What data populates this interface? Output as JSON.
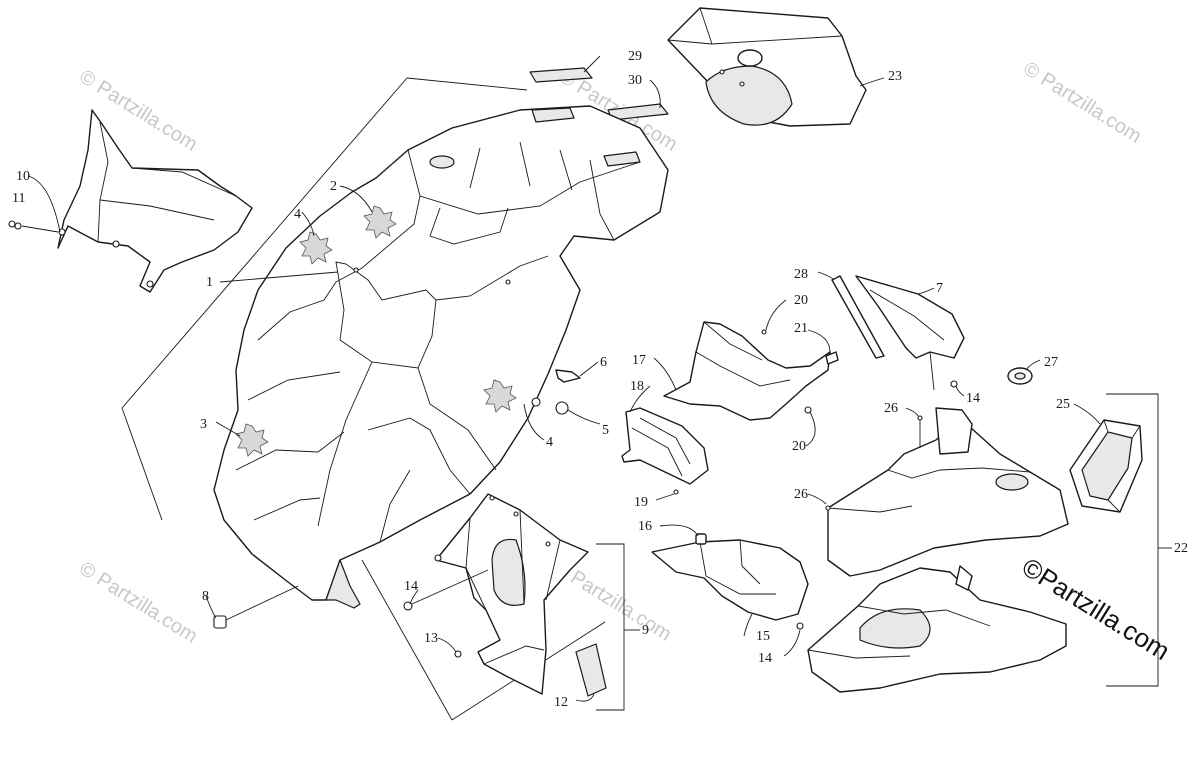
{
  "diagram": {
    "callouts": [
      {
        "id": "c1",
        "label": "1"
      },
      {
        "id": "c2",
        "label": "2"
      },
      {
        "id": "c3",
        "label": "3"
      },
      {
        "id": "c4a",
        "label": "4"
      },
      {
        "id": "c4b",
        "label": "4"
      },
      {
        "id": "c5",
        "label": "5"
      },
      {
        "id": "c6",
        "label": "6"
      },
      {
        "id": "c7",
        "label": "7"
      },
      {
        "id": "c8",
        "label": "8"
      },
      {
        "id": "c9",
        "label": "9"
      },
      {
        "id": "c10",
        "label": "10"
      },
      {
        "id": "c11",
        "label": "11"
      },
      {
        "id": "c12",
        "label": "12"
      },
      {
        "id": "c13",
        "label": "13"
      },
      {
        "id": "c14a",
        "label": "14"
      },
      {
        "id": "c14b",
        "label": "14"
      },
      {
        "id": "c14c",
        "label": "14"
      },
      {
        "id": "c15",
        "label": "15"
      },
      {
        "id": "c16",
        "label": "16"
      },
      {
        "id": "c17",
        "label": "17"
      },
      {
        "id": "c18",
        "label": "18"
      },
      {
        "id": "c19",
        "label": "19"
      },
      {
        "id": "c20a",
        "label": "20"
      },
      {
        "id": "c20b",
        "label": "20"
      },
      {
        "id": "c21",
        "label": "21"
      },
      {
        "id": "c22",
        "label": "22"
      },
      {
        "id": "c23",
        "label": "23"
      },
      {
        "id": "c25",
        "label": "25"
      },
      {
        "id": "c26a",
        "label": "26"
      },
      {
        "id": "c26b",
        "label": "26"
      },
      {
        "id": "c27",
        "label": "27"
      },
      {
        "id": "c28",
        "label": "28"
      },
      {
        "id": "c29",
        "label": "29"
      },
      {
        "id": "c30",
        "label": "30"
      }
    ],
    "watermarks": {
      "faint": "© Partzilla.com",
      "strong": "©Partzilla.com"
    }
  }
}
